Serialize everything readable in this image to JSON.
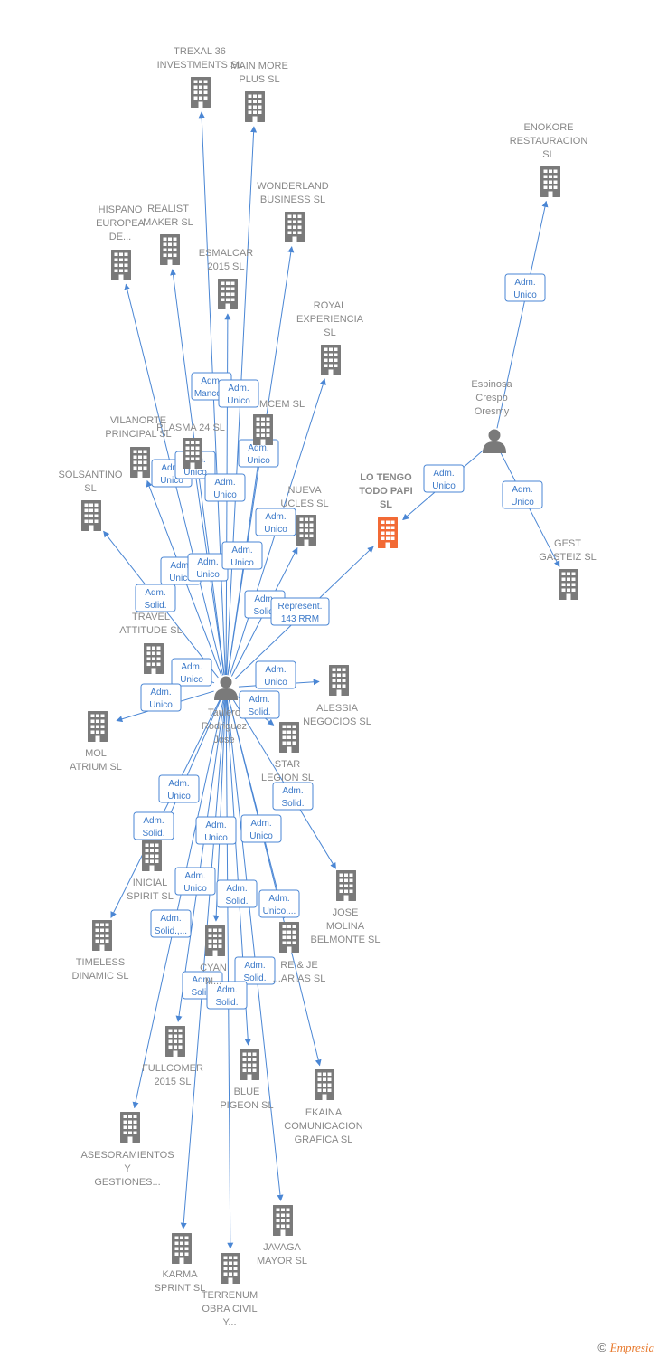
{
  "colors": {
    "edge": "#4a86d4",
    "company": "#7a7a7a",
    "focus_company": "#f26a35",
    "person": "#7a7a7a"
  },
  "nodes": [
    {
      "id": "trexal",
      "type": "company",
      "lines": [
        "TREXAL 36",
        "INVESTMENTS SL"
      ]
    },
    {
      "id": "main_more",
      "type": "company",
      "lines": [
        "MAIN MORE",
        "PLUS  SL"
      ]
    },
    {
      "id": "enokore",
      "type": "company",
      "lines": [
        "ENOKORE",
        "RESTAURACION",
        "SL"
      ]
    },
    {
      "id": "wonderland",
      "type": "company",
      "lines": [
        "WONDERLAND",
        "BUSINESS  SL"
      ]
    },
    {
      "id": "hispano",
      "type": "company",
      "lines": [
        "HISPANO",
        "EUROPEA",
        "DE..."
      ]
    },
    {
      "id": "realist",
      "type": "company",
      "lines": [
        "REALIST",
        "MAKER  SL"
      ]
    },
    {
      "id": "esmalcar",
      "type": "company",
      "lines": [
        "ESMALCAR",
        "2015  SL"
      ]
    },
    {
      "id": "royal",
      "type": "company",
      "lines": [
        "ROYAL",
        "EXPERIENCIA",
        "SL"
      ]
    },
    {
      "id": "espinosa",
      "type": "person",
      "lines": [
        "Espinosa",
        "Crespo",
        "Oresmy"
      ]
    },
    {
      "id": "mcem",
      "type": "company",
      "lines": [
        "MCEM SL"
      ]
    },
    {
      "id": "vilanorte",
      "type": "company",
      "lines": [
        "VILANORTE",
        "PRINCIPAL  SL"
      ]
    },
    {
      "id": "plasma",
      "type": "company",
      "lines": [
        "PLASMA 24 SL"
      ]
    },
    {
      "id": "lotengo",
      "type": "focus",
      "lines": [
        "LO TENGO",
        "TODO PAPI",
        "SL"
      ]
    },
    {
      "id": "solsantino",
      "type": "company",
      "lines": [
        "SOLSANTINO",
        "SL"
      ]
    },
    {
      "id": "nueva",
      "type": "company",
      "lines": [
        "NUEVA",
        "UCLES  SL"
      ]
    },
    {
      "id": "gest",
      "type": "company",
      "lines": [
        "GEST",
        "GASTEIZ  SL"
      ]
    },
    {
      "id": "travel",
      "type": "company",
      "lines": [
        "TRAVEL",
        "ATTITUDE  SL"
      ]
    },
    {
      "id": "alessia",
      "type": "company",
      "lines": [
        "ALESSIA",
        "NEGOCIOS  SL"
      ]
    },
    {
      "id": "taulero",
      "type": "person",
      "lines": [
        "Taulero",
        "Rodriguez",
        "Jose"
      ]
    },
    {
      "id": "mol",
      "type": "company",
      "lines": [
        "MOL",
        "ATRIUM  SL"
      ]
    },
    {
      "id": "star",
      "type": "company",
      "lines": [
        "STAR",
        "LEGION  SL"
      ]
    },
    {
      "id": "inicial",
      "type": "company",
      "lines": [
        "INICIAL",
        "SPIRIT  SL"
      ]
    },
    {
      "id": "jose_molina",
      "type": "company",
      "lines": [
        "JOSE",
        "MOLINA",
        "BELMONTE  SL"
      ]
    },
    {
      "id": "timeless",
      "type": "company",
      "lines": [
        "TIMELESS",
        "DINAMIC  SL"
      ]
    },
    {
      "id": "cyan",
      "type": "company",
      "lines": [
        "CYAN",
        "M..."
      ]
    },
    {
      "id": "re_je",
      "type": "company",
      "lines": [
        "RE & JE",
        "...ARIAS  SL"
      ]
    },
    {
      "id": "fullcomer",
      "type": "company",
      "lines": [
        "FULLCOMER",
        "2015  SL"
      ]
    },
    {
      "id": "blue",
      "type": "company",
      "lines": [
        "BLUE",
        "PIGEON  SL"
      ]
    },
    {
      "id": "ekaina",
      "type": "company",
      "lines": [
        "EKAINA",
        "COMUNICACION",
        "GRAFICA  SL"
      ]
    },
    {
      "id": "asesoramientos",
      "type": "company",
      "lines": [
        "ASESORAMIENTOS",
        "Y",
        "GESTIONES..."
      ]
    },
    {
      "id": "javaga",
      "type": "company",
      "lines": [
        "JAVAGA",
        "MAYOR  SL"
      ]
    },
    {
      "id": "karma",
      "type": "company",
      "lines": [
        "KARMA",
        "SPRINT  SL"
      ]
    },
    {
      "id": "terrenum",
      "type": "company",
      "lines": [
        "TERRENUM",
        "OBRA CIVIL",
        "Y..."
      ]
    }
  ],
  "edges": [
    {
      "from": "taulero",
      "to": "trexal"
    },
    {
      "from": "taulero",
      "to": "main_more"
    },
    {
      "from": "taulero",
      "to": "wonderland"
    },
    {
      "from": "taulero",
      "to": "hispano"
    },
    {
      "from": "taulero",
      "to": "realist"
    },
    {
      "from": "taulero",
      "to": "esmalcar"
    },
    {
      "from": "taulero",
      "to": "royal"
    },
    {
      "from": "taulero",
      "to": "mcem"
    },
    {
      "from": "taulero",
      "to": "vilanorte"
    },
    {
      "from": "taulero",
      "to": "plasma"
    },
    {
      "from": "taulero",
      "to": "lotengo"
    },
    {
      "from": "taulero",
      "to": "solsantino"
    },
    {
      "from": "taulero",
      "to": "nueva"
    },
    {
      "from": "taulero",
      "to": "travel"
    },
    {
      "from": "taulero",
      "to": "alessia"
    },
    {
      "from": "taulero",
      "to": "mol"
    },
    {
      "from": "taulero",
      "to": "star"
    },
    {
      "from": "taulero",
      "to": "inicial"
    },
    {
      "from": "taulero",
      "to": "jose_molina"
    },
    {
      "from": "taulero",
      "to": "timeless"
    },
    {
      "from": "taulero",
      "to": "cyan"
    },
    {
      "from": "taulero",
      "to": "re_je"
    },
    {
      "from": "taulero",
      "to": "fullcomer"
    },
    {
      "from": "taulero",
      "to": "blue"
    },
    {
      "from": "taulero",
      "to": "ekaina"
    },
    {
      "from": "taulero",
      "to": "asesoramientos"
    },
    {
      "from": "taulero",
      "to": "javaga"
    },
    {
      "from": "taulero",
      "to": "karma"
    },
    {
      "from": "taulero",
      "to": "terrenum"
    },
    {
      "from": "espinosa",
      "to": "enokore"
    },
    {
      "from": "espinosa",
      "to": "lotengo"
    },
    {
      "from": "espinosa",
      "to": "gest"
    }
  ],
  "edge_labels": [
    {
      "lines": [
        "Adm.",
        "Manco..."
      ]
    },
    {
      "lines": [
        "Adm.",
        "Unico"
      ]
    },
    {
      "lines": [
        "Adm.",
        "Unico"
      ]
    },
    {
      "lines": [
        "Adm.",
        "Unico"
      ]
    },
    {
      "lines": [
        "Adm.",
        "Unico"
      ]
    },
    {
      "lines": [
        "Adm.",
        "Unico"
      ]
    },
    {
      "lines": [
        "Adm.",
        "Unico"
      ]
    },
    {
      "lines": [
        "Adm.",
        "Unico"
      ]
    },
    {
      "lines": [
        "Adm.",
        "Unico"
      ]
    },
    {
      "lines": [
        "Adm.",
        "Unico"
      ]
    },
    {
      "lines": [
        "Adm.",
        "Solid."
      ]
    },
    {
      "lines": [
        "Adm.",
        "Solid."
      ]
    },
    {
      "lines": [
        "Represent.",
        "143 RRM"
      ]
    },
    {
      "lines": [
        "Adm.",
        "Unico"
      ]
    },
    {
      "lines": [
        "Adm.",
        "Unico"
      ]
    },
    {
      "lines": [
        "Adm.",
        "Unico"
      ]
    },
    {
      "lines": [
        "Adm.",
        "Solid."
      ]
    },
    {
      "lines": [
        "Adm.",
        "Unico"
      ]
    },
    {
      "lines": [
        "Adm.",
        "Solid."
      ]
    },
    {
      "lines": [
        "Adm.",
        "Unico"
      ]
    },
    {
      "lines": [
        "Adm.",
        "Unico"
      ]
    },
    {
      "lines": [
        "Adm.",
        "Solid."
      ]
    },
    {
      "lines": [
        "Adm.",
        "Solid."
      ]
    },
    {
      "lines": [
        "Adm.",
        "Unico"
      ]
    },
    {
      "lines": [
        "Adm.",
        "Unico,..."
      ]
    },
    {
      "lines": [
        "Adm.",
        "Solid.,..."
      ]
    },
    {
      "lines": [
        "Adm.",
        "Solid."
      ]
    },
    {
      "lines": [
        "Adm.",
        "Solid."
      ]
    },
    {
      "lines": [
        "Adm.",
        "Solid."
      ]
    },
    {
      "lines": [
        "Adm.",
        "Unico"
      ]
    },
    {
      "lines": [
        "Adm.",
        "Unico"
      ]
    },
    {
      "lines": [
        "Adm.",
        "Unico"
      ]
    }
  ],
  "footer": {
    "copyright": "©",
    "brand": "Empresia"
  }
}
